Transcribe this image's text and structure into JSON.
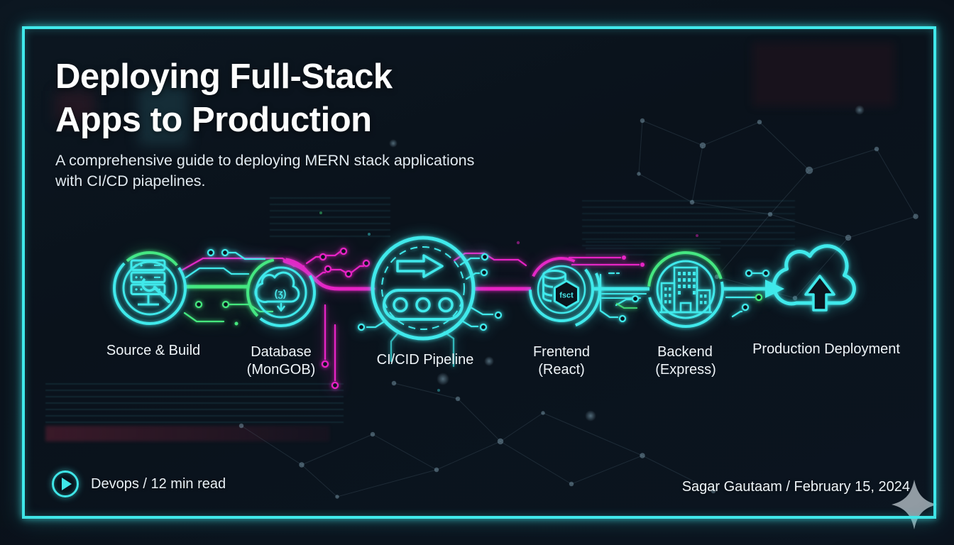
{
  "theme": {
    "background": "#0b141d",
    "accent_cyan": "#40e9eb",
    "accent_green": "#46e87e",
    "accent_magenta": "#e823c5",
    "text_primary": "#ffffff",
    "text_secondary": "#dce7ee",
    "sparkle_gray": "#98a2aa"
  },
  "header": {
    "title_line1": "Deploying Full-Stack",
    "title_line2": "Apps to Production",
    "subtitle_line1": "A comprehensive guide to deploying MERN stack applications",
    "subtitle_line2": "with CI/CD piapelines."
  },
  "pipeline": {
    "stages": [
      {
        "id": "source-build",
        "label": "Source & Build",
        "sublabel": "",
        "icon": "server-wrench-icon"
      },
      {
        "id": "database",
        "label": "Database",
        "sublabel": "(MonGOB)",
        "icon": "cloud-database-icon",
        "glyph": "(ʒ)"
      },
      {
        "id": "ci-cd-pipeline",
        "label": "CI/CID Pipeline",
        "sublabel": "",
        "icon": "conveyor-arrow-icon"
      },
      {
        "id": "frontend",
        "label": "Frentend",
        "sublabel": "(React)",
        "icon": "data-stack-hexagon-icon",
        "glyph": "fsct"
      },
      {
        "id": "backend",
        "label": "Backend",
        "sublabel": "(Express)",
        "icon": "building-icon"
      },
      {
        "id": "production-deployment",
        "label": "Production Deployment",
        "sublabel": "",
        "icon": "cloud-upload-icon"
      }
    ]
  },
  "footer": {
    "category": "Devops / 12 min read",
    "byline": "Sagar Gautaam / February 15, 2024"
  }
}
